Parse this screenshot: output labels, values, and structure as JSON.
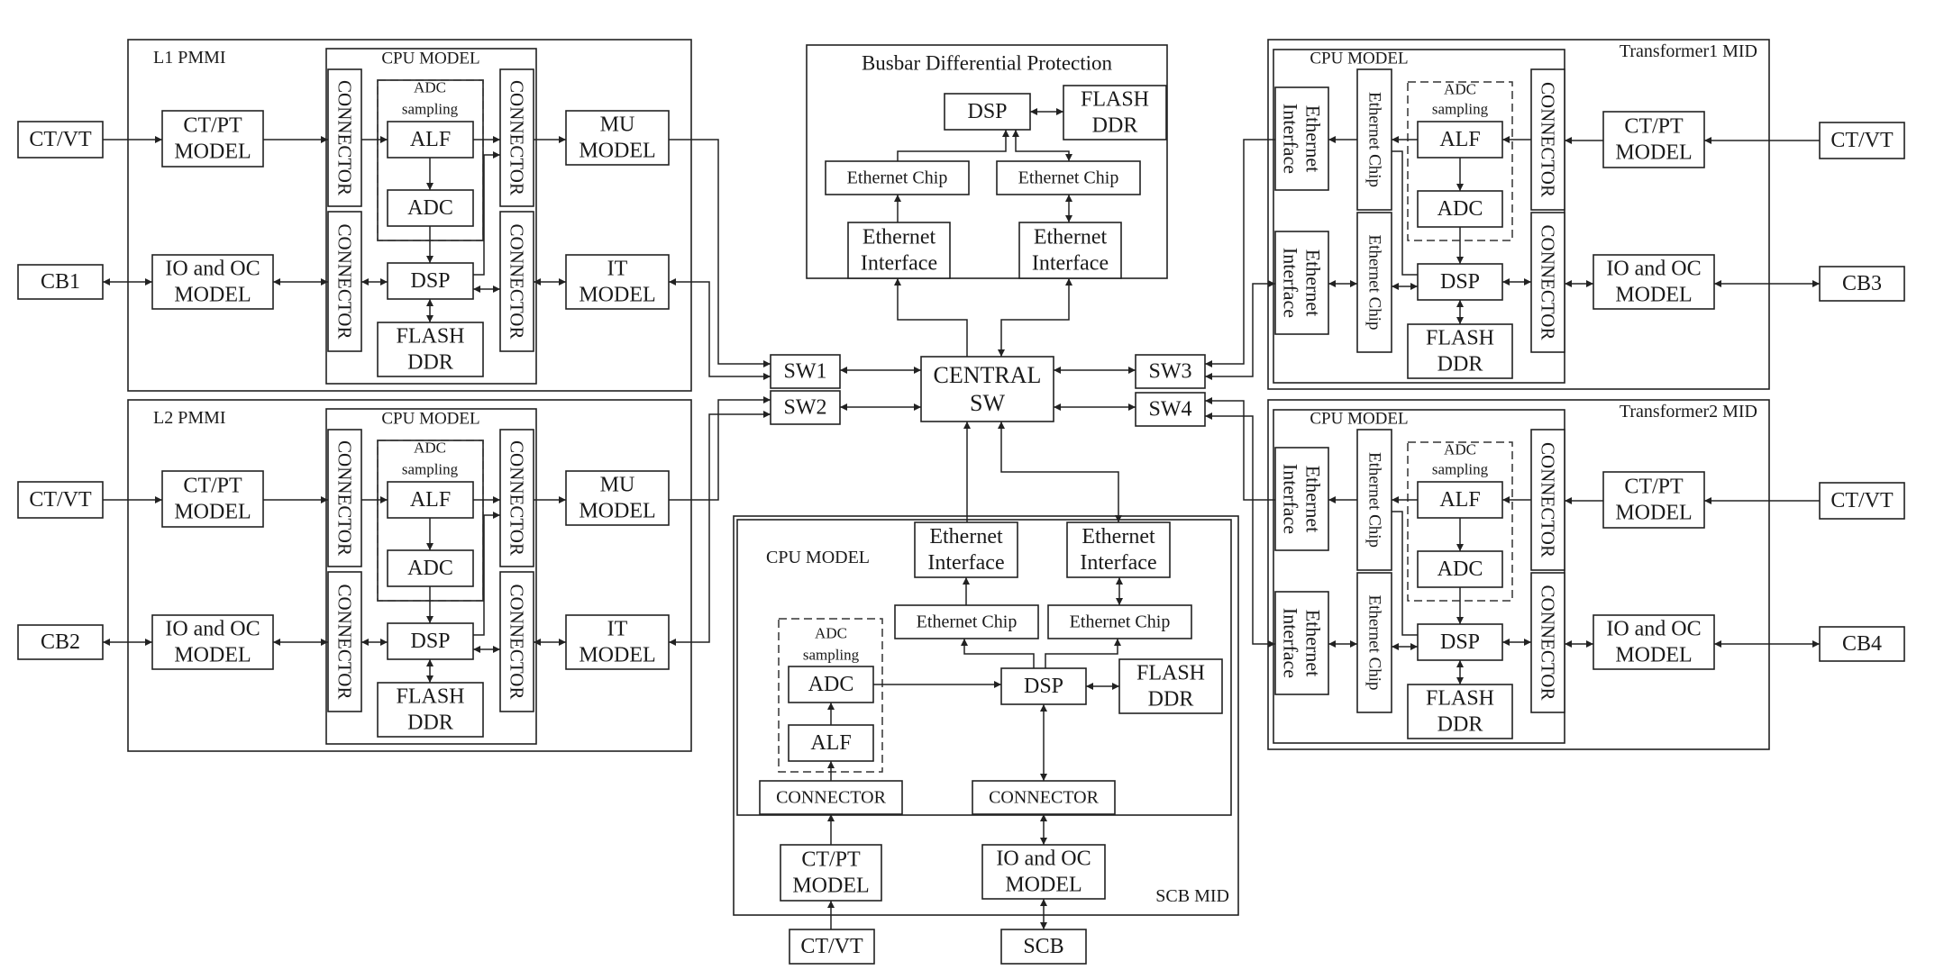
{
  "colors": {
    "stroke": "#222222",
    "text": "#1a1a1a",
    "background": "#ffffff"
  },
  "labels": {
    "l1_title": "L1 PMMI",
    "l2_title": "L2 PMMI",
    "busbar_title": "Busbar Differential Protection",
    "scb_title": "SCB MID",
    "t1_title": "Transformer1 MID",
    "t2_title": "Transformer2 MID",
    "cpu_model": "CPU MODEL",
    "connector": "CONNECTOR",
    "adc_sampling_1": "ADC",
    "adc_sampling_2": "sampling",
    "alf": "ALF",
    "adc": "ADC",
    "dsp": "DSP",
    "flash": "FLASH",
    "ddr": "DDR",
    "ctvt": "CT/VT",
    "ctpt": "CT/PT",
    "model": "MODEL",
    "io_oc": "IO and OC",
    "mu": "MU",
    "it": "IT",
    "cb1": "CB1",
    "cb2": "CB2",
    "cb3": "CB3",
    "cb4": "CB4",
    "scb": "SCB",
    "sw1": "SW1",
    "sw2": "SW2",
    "sw3": "SW3",
    "sw4": "SW4",
    "central": "CENTRAL",
    "sw": "SW",
    "ethernet": "Ethernet",
    "interface": "Interface",
    "ethernet_chip": "Ethernet Chip"
  }
}
